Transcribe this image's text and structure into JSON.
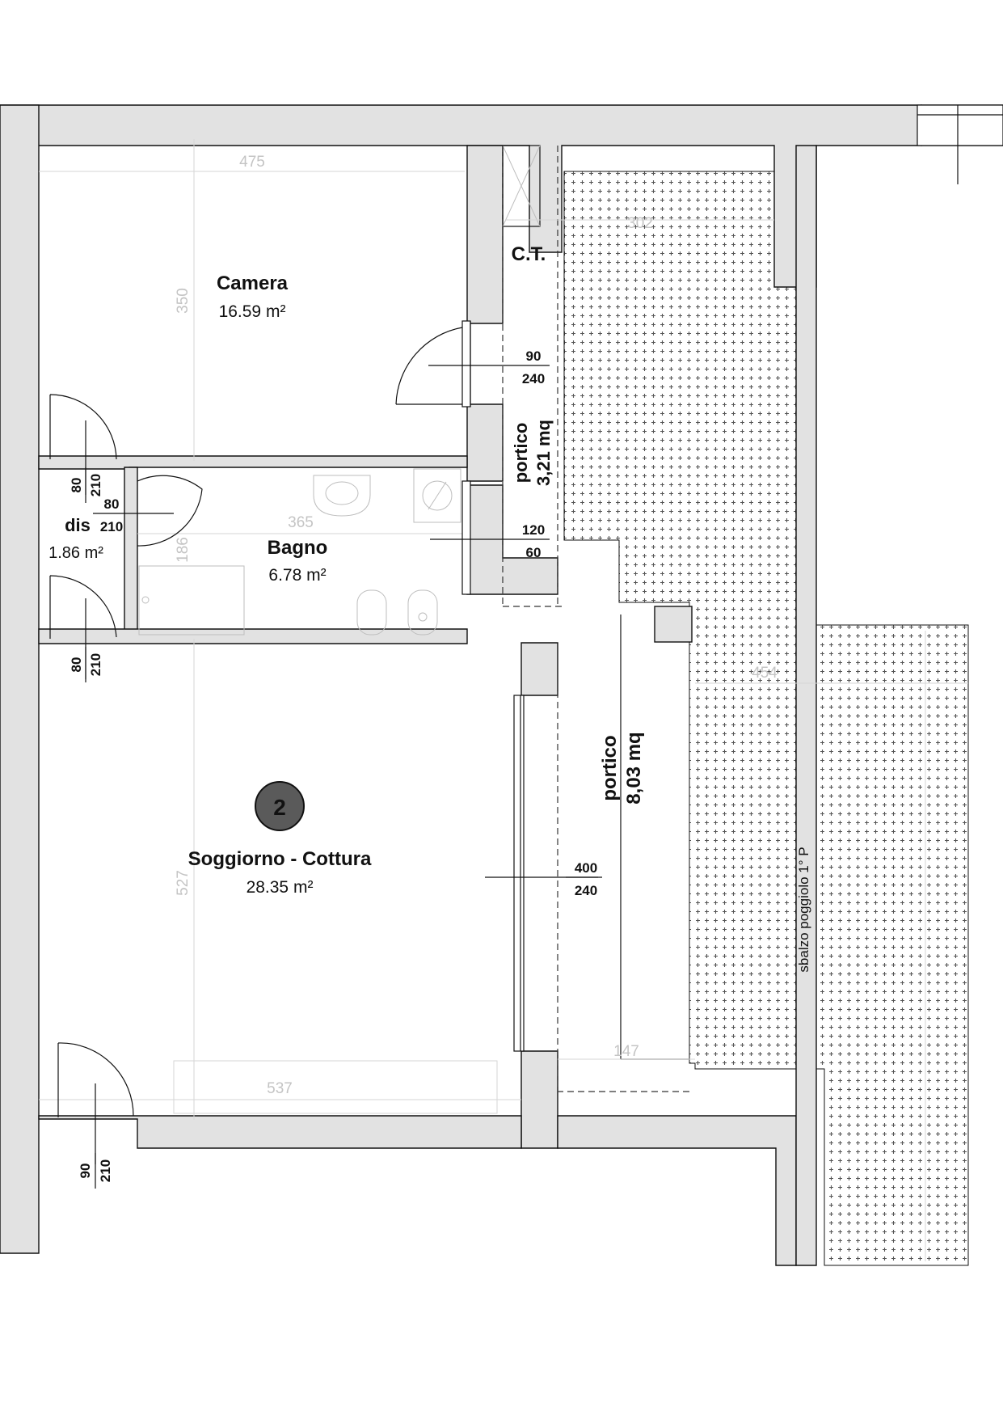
{
  "rooms": {
    "camera": {
      "name": "Camera",
      "area": "16.59 m²"
    },
    "bagno": {
      "name": "Bagno",
      "area": "6.78 m²"
    },
    "dis": {
      "name": "dis",
      "area": "1.86 m²"
    },
    "soggiorno": {
      "name": "Soggiorno - Cottura",
      "area": "28.35 m²",
      "unit_number": "2"
    },
    "ct": {
      "name": "C.T."
    },
    "portico_top": {
      "name": "portico",
      "area": "3,21 mq"
    },
    "portico_mid": {
      "name": "portico",
      "area": "8,03 mq"
    },
    "sbalzo": {
      "name": "sbalzo poggiolo 1° P"
    }
  },
  "dimensions": {
    "camera_width": "475",
    "camera_depth": "350",
    "portico_width": "302",
    "bagno_width": "365",
    "bagno_depth": "186",
    "terrace_width": "454",
    "soggiorno_depth": "527",
    "soggiorno_width": "537",
    "portico_mid_width": "147"
  },
  "openings": {
    "camera_door": {
      "width": "90",
      "height": "240"
    },
    "bagno_window": {
      "width": "120",
      "height": "60"
    },
    "dis_door_top": {
      "width": "80",
      "height": "210"
    },
    "bagno_door": {
      "width": "80",
      "height": "210"
    },
    "dis_door_bottom": {
      "width": "80",
      "height": "210"
    },
    "living_window": {
      "width": "400",
      "height": "240"
    },
    "entry_door": {
      "width": "90",
      "height": "210"
    }
  },
  "colors": {
    "wall_fill": "#e2e2e2",
    "line": "#111111",
    "dimension": "#c4c4c4",
    "unit_badge": "#5a5a5a"
  }
}
